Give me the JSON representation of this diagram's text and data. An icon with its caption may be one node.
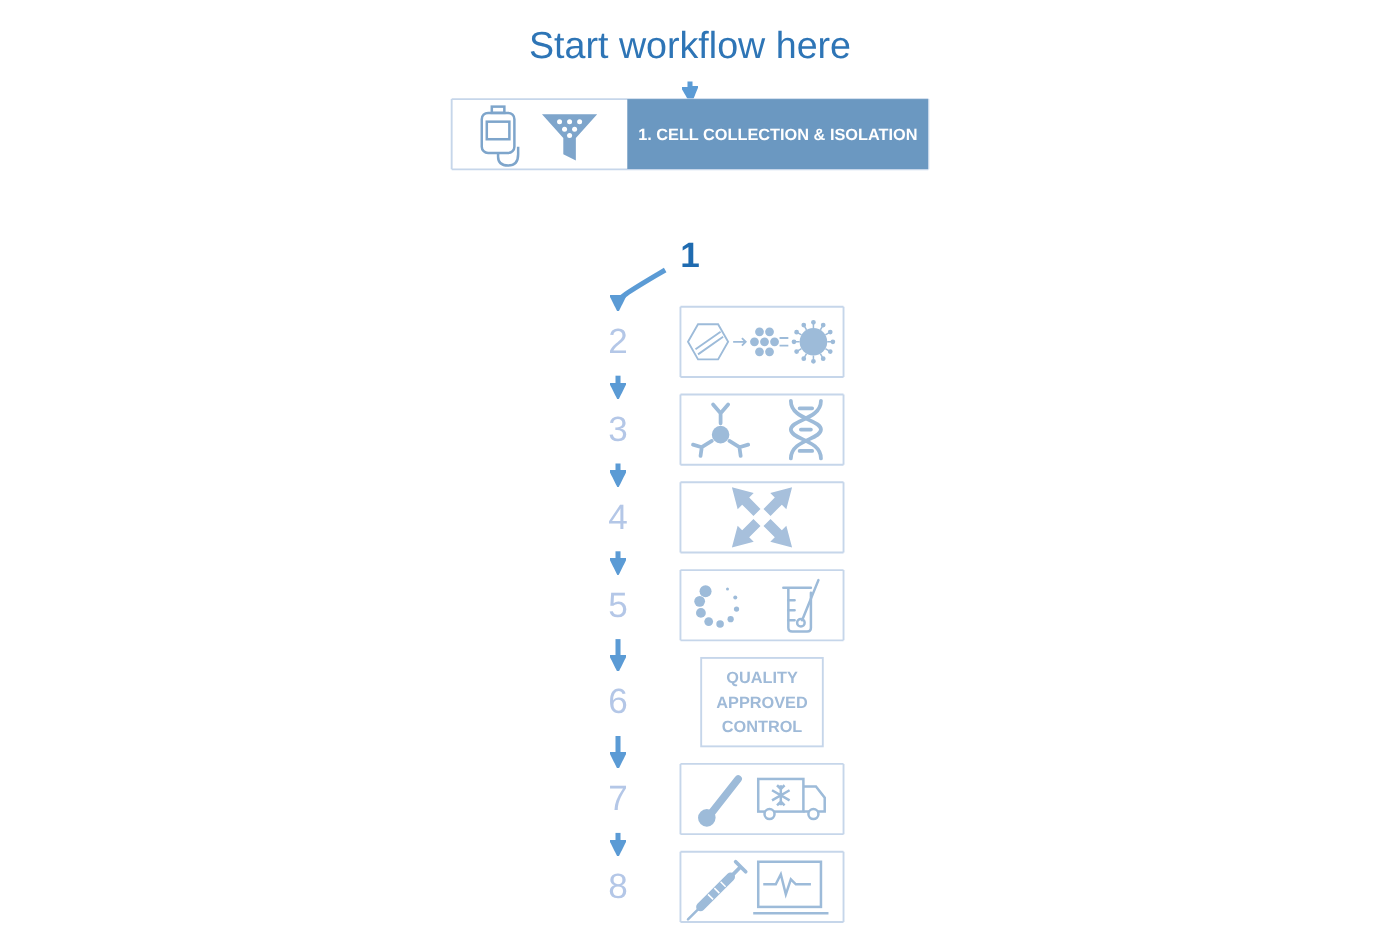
{
  "diagram": {
    "nodes": [
      {
        "text": [
          "Start workflow here"
        ]
      },
      {
        "text": [
          "1. CELL COLLECTION & ISOLATION"
        ]
      },
      {
        "text": [
          "1"
        ]
      },
      {
        "text": [],
        "shape": "picture"
      },
      {
        "text": [
          "2"
        ]
      },
      {
        "text": [],
        "shape": "picture"
      },
      {
        "text": [
          "3"
        ]
      },
      {
        "text": [],
        "shape": "picture"
      },
      {
        "text": [
          "4"
        ]
      },
      {
        "text": [],
        "shape": "picture"
      },
      {
        "text": [
          "5"
        ]
      },
      {
        "text": [
          "QUALITY",
          "APPROVED",
          "CONTROL"
        ]
      },
      {
        "text": [
          "6"
        ]
      },
      {
        "text": [],
        "shape": "picture"
      },
      {
        "text": [
          "7"
        ]
      },
      {
        "text": [],
        "shape": "picture"
      },
      {
        "text": [
          "8"
        ]
      }
    ],
    "edges": [
      {
        "from": 0,
        "to": 1,
        "arrow": "to"
      },
      {
        "from": 2,
        "to": 4,
        "arrow": "to"
      },
      {
        "from": 4,
        "to": 6,
        "arrow": "to"
      },
      {
        "from": 6,
        "to": 8,
        "arrow": "to"
      },
      {
        "from": 8,
        "to": 10,
        "arrow": "to"
      },
      {
        "from": 10,
        "to": 12,
        "arrow": "to"
      },
      {
        "from": 12,
        "to": 14,
        "arrow": "to"
      },
      {
        "from": 14,
        "to": 16,
        "arrow": "to"
      }
    ]
  }
}
